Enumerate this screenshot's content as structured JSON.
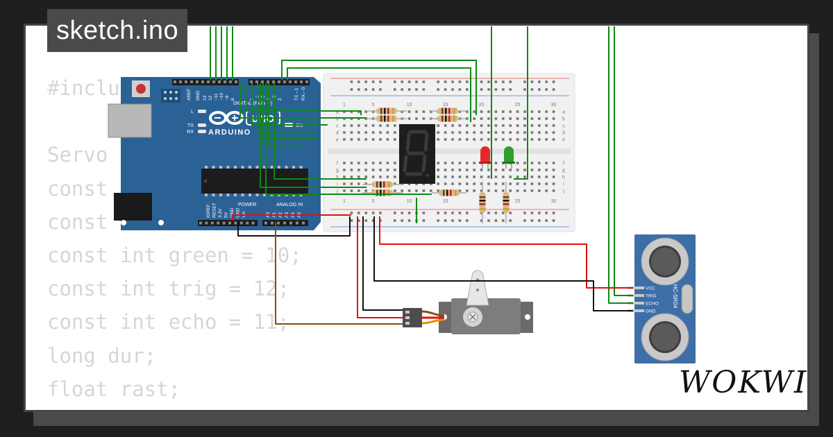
{
  "title": "sketch.ino",
  "brand": "WOKWI",
  "code_lines": [
    "#inclu",
    "",
    "Servo",
    "const",
    "const",
    "const int green = 10;",
    "const int trig = 12;",
    "const int echo = 11;",
    "long dur;",
    "float rast;"
  ],
  "arduino": {
    "logo_text": "ARDUINO",
    "model": "UNO",
    "digital_label": "DIGITAL (PWM ~)",
    "power_label": "POWER",
    "analog_label": "ANALOG IN",
    "on_label": "ON",
    "led_labels": [
      "L",
      "TX",
      "RX"
    ],
    "header_top_labels": [
      "AREF",
      "GND",
      "13",
      "12",
      "~11",
      "~10",
      "~9",
      "8",
      "7",
      "~6",
      "~5",
      "4",
      "~3",
      "2",
      "TX→1",
      "RX←0"
    ],
    "power_pins": [
      "IOREF",
      "RESET",
      "3.3V",
      "5V",
      "GND",
      "GND",
      "Vin"
    ],
    "analog_pins": [
      "A0",
      "A1",
      "A2",
      "A3",
      "A4",
      "A5"
    ]
  },
  "breadboard": {
    "col_labels": [
      "1",
      "5",
      "10",
      "15",
      "20",
      "25",
      "30"
    ],
    "row_labels_top": [
      "a",
      "b",
      "c",
      "d",
      "e"
    ],
    "row_labels_bottom": [
      "f",
      "g",
      "h",
      "i",
      "j"
    ]
  },
  "sensor": {
    "name": "HC-SR04",
    "pins": [
      "VCC",
      "TRIG",
      "ECHO",
      "GND"
    ]
  },
  "colors": {
    "wire_green": "#0c8a12",
    "wire_red": "#e01010",
    "wire_black": "#111111",
    "wire_brown": "#8a4a10",
    "arduino_blue": "#2b6296",
    "sensor_blue": "#3d6ea8",
    "led_red": "#e82828",
    "led_green": "#2fa02f"
  }
}
